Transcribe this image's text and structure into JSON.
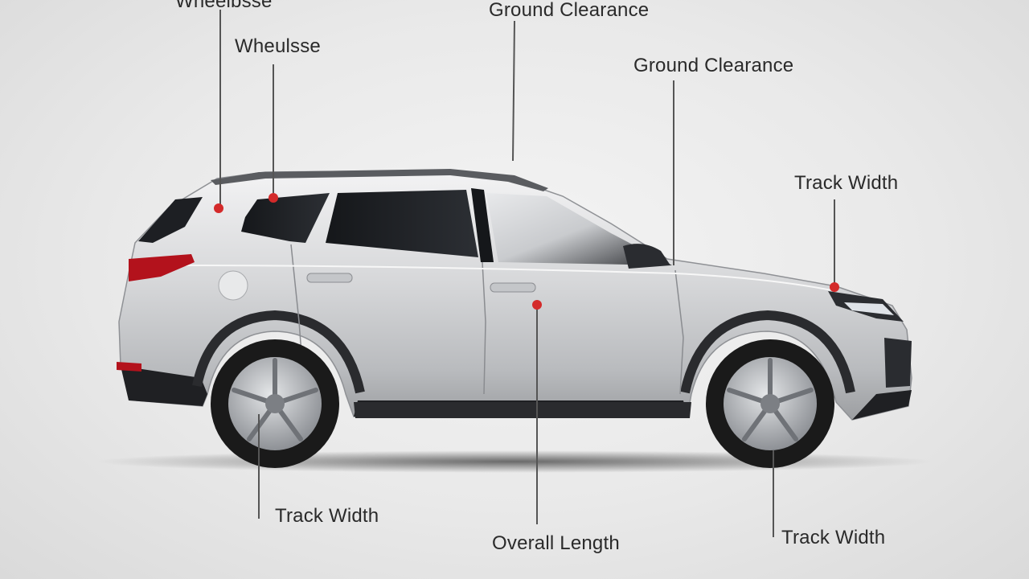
{
  "callouts": [
    {
      "id": "wheelbase-top",
      "label": "Wheelbsse"
    },
    {
      "id": "wheelbase",
      "label": "Wheulsse"
    },
    {
      "id": "ground-clearance-top",
      "label": "Ground Clearance"
    },
    {
      "id": "ground-clearance",
      "label": "Ground Clearance"
    },
    {
      "id": "track-width-right",
      "label": "Track Width"
    },
    {
      "id": "track-width-left",
      "label": "Track Width"
    },
    {
      "id": "overall-length",
      "label": "Overall Length"
    },
    {
      "id": "track-width-bottom",
      "label": "Track Width"
    }
  ],
  "colors": {
    "leader_line": "#555555",
    "marker_dot": "#d42a2a",
    "body_paint": "#d9dadc",
    "glass": "#1c1e22",
    "tyre": "#1a1a1a",
    "rim": "#b9bcc0",
    "tail_light": "#b3121c"
  }
}
